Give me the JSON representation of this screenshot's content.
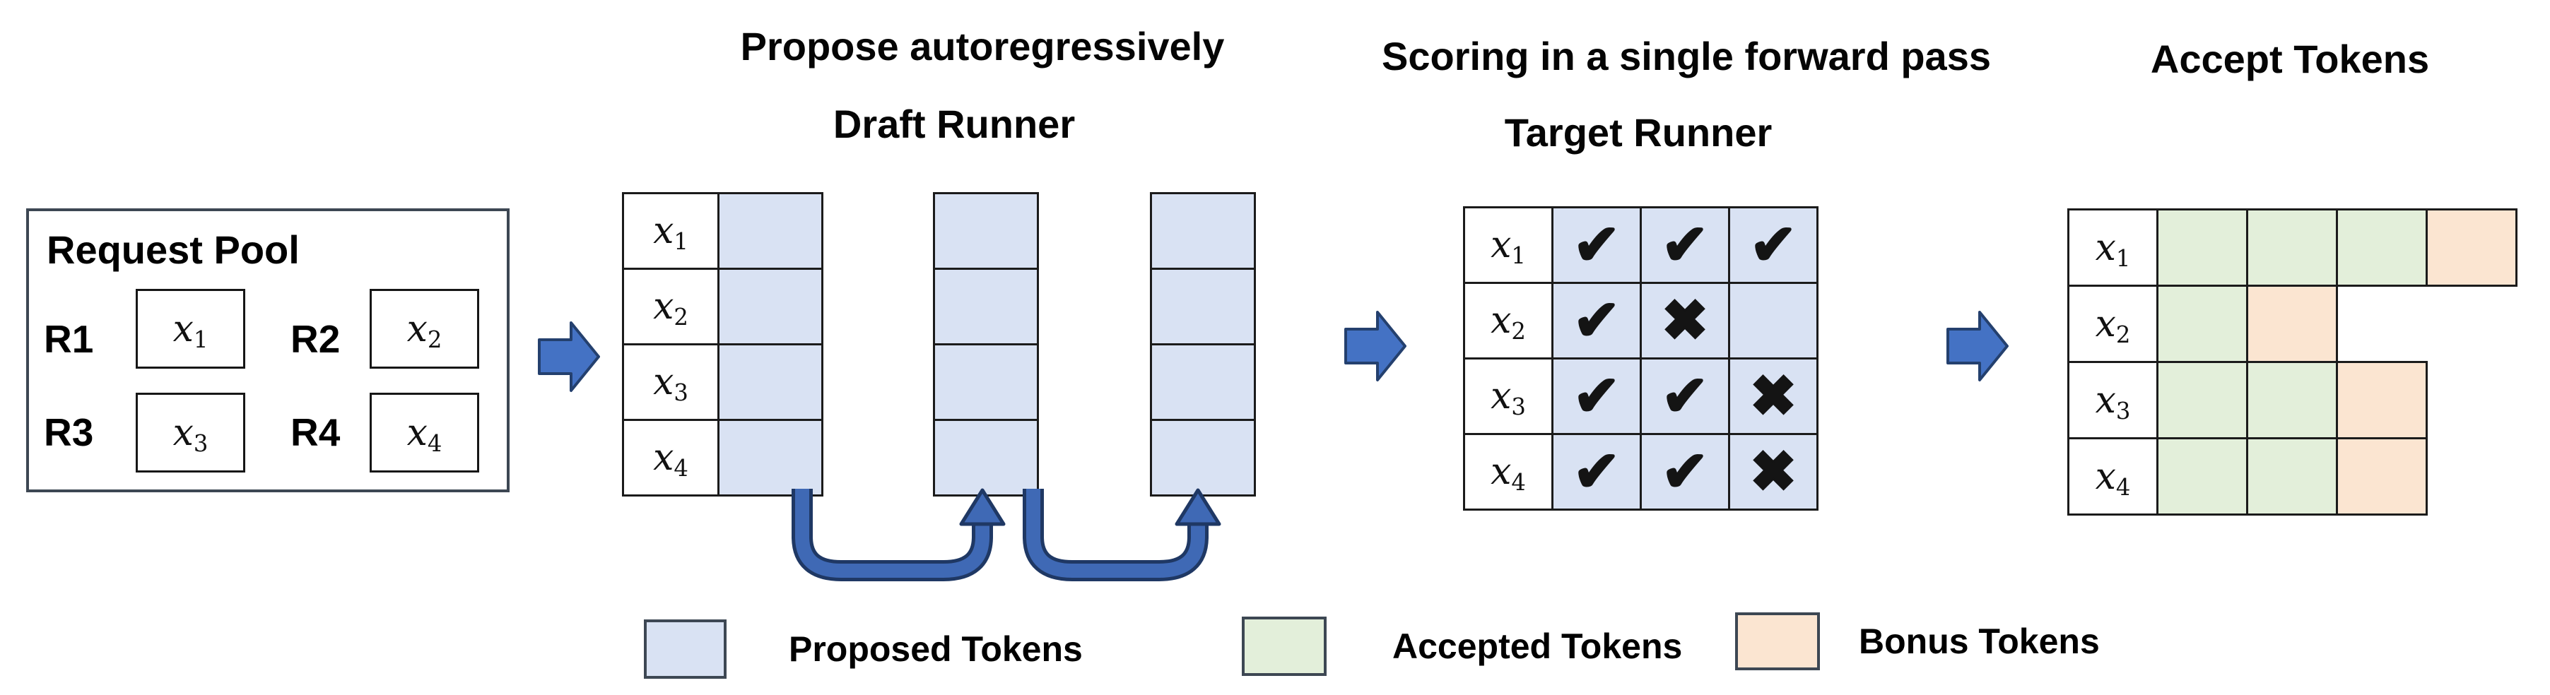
{
  "palette": {
    "proposed": "#d9e2f3",
    "accepted": "#e3efda",
    "bonus": "#fbe5d1",
    "arrow_fill": "#4472c4",
    "arrow_outline": "#24406e",
    "uarrow_fill": "#3f69b5",
    "uarrow_outline": "#1f3864",
    "cell_border": "#1b1b1b",
    "box_border": "#3d4753"
  },
  "request_pool": {
    "title": "Request Pool",
    "items": [
      {
        "request": "R1",
        "token_base": "x",
        "token_sub": "1"
      },
      {
        "request": "R2",
        "token_base": "x",
        "token_sub": "2"
      },
      {
        "request": "R3",
        "token_base": "x",
        "token_sub": "3"
      },
      {
        "request": "R4",
        "token_base": "x",
        "token_sub": "4"
      }
    ]
  },
  "draft_runner": {
    "title": "Propose autoregressively",
    "subtitle": "Draft Runner",
    "row_tokens": [
      {
        "base": "x",
        "sub": "1"
      },
      {
        "base": "x",
        "sub": "2"
      },
      {
        "base": "x",
        "sub": "3"
      },
      {
        "base": "x",
        "sub": "4"
      }
    ],
    "proposal_steps": 3
  },
  "target_runner": {
    "title": "Scoring in a single forward pass",
    "subtitle": "Target Runner",
    "rows": [
      {
        "token": {
          "base": "x",
          "sub": "1"
        },
        "marks": [
          "check",
          "check",
          "check"
        ]
      },
      {
        "token": {
          "base": "x",
          "sub": "2"
        },
        "marks": [
          "check",
          "cross",
          "none"
        ]
      },
      {
        "token": {
          "base": "x",
          "sub": "3"
        },
        "marks": [
          "check",
          "check",
          "cross"
        ]
      },
      {
        "token": {
          "base": "x",
          "sub": "4"
        },
        "marks": [
          "check",
          "check",
          "cross"
        ]
      }
    ]
  },
  "accept_tokens": {
    "title": "Accept Tokens",
    "rows": [
      {
        "token": {
          "base": "x",
          "sub": "1"
        },
        "cells": [
          "accepted",
          "accepted",
          "accepted",
          "bonus"
        ]
      },
      {
        "token": {
          "base": "x",
          "sub": "2"
        },
        "cells": [
          "accepted",
          "bonus"
        ]
      },
      {
        "token": {
          "base": "x",
          "sub": "3"
        },
        "cells": [
          "accepted",
          "accepted",
          "bonus"
        ]
      },
      {
        "token": {
          "base": "x",
          "sub": "4"
        },
        "cells": [
          "accepted",
          "accepted",
          "bonus"
        ]
      }
    ]
  },
  "legend": [
    {
      "key": "proposed",
      "label": "Proposed Tokens"
    },
    {
      "key": "accepted",
      "label": "Accepted Tokens"
    },
    {
      "key": "bonus",
      "label": "Bonus Tokens"
    }
  ],
  "icons": {
    "check": "✔",
    "cross": "✖"
  }
}
